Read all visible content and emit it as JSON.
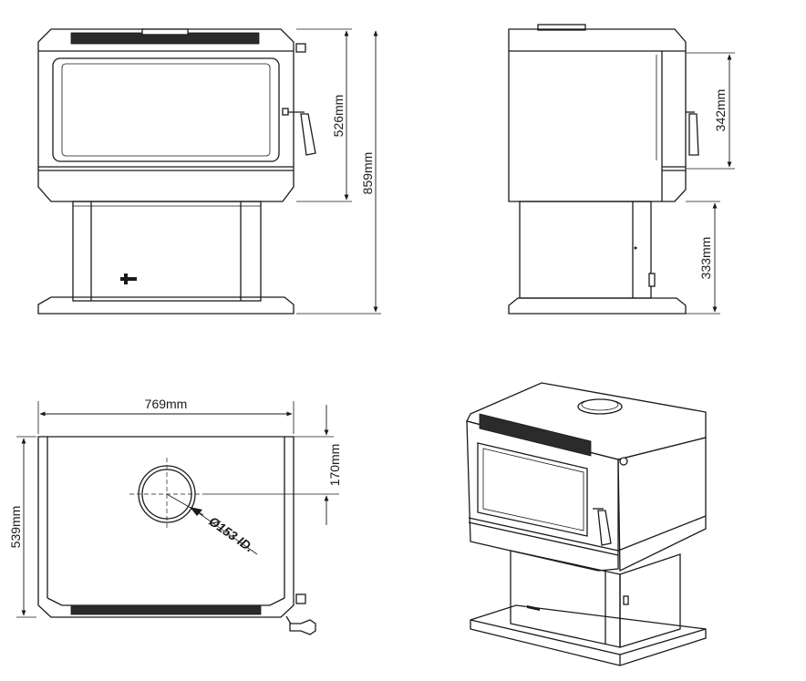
{
  "dimensions": {
    "front_body_height": "526mm",
    "front_total_height": "859mm",
    "side_door_height": "342mm",
    "side_pedestal_height": "333mm",
    "top_width": "769mm",
    "top_depth": "539mm",
    "flue_offset": "170mm",
    "flue_diameter": "Ø153 ID."
  },
  "colors": {
    "line": "#1a1a1a",
    "background": "#ffffff"
  }
}
